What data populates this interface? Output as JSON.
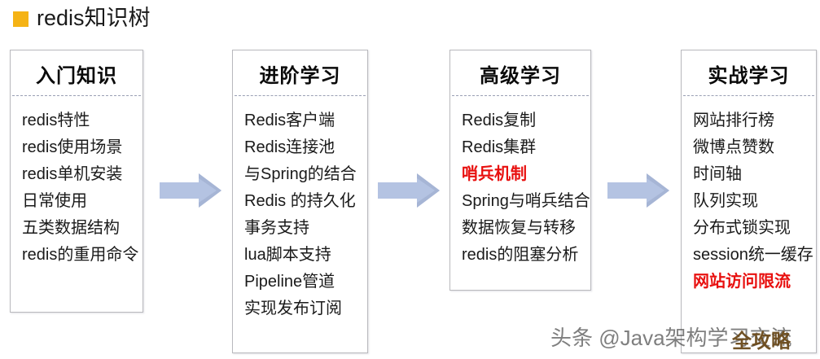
{
  "title": {
    "text": "redis知识树",
    "bullet_color": "#f5b315",
    "bullet_icon": "square-bullet-icon"
  },
  "colors": {
    "arrow": "#b4c3e2",
    "arrow_shadow": "#9aa9ca",
    "highlight_text": "#e8100f",
    "box_border": "#b9b9bd",
    "divider": "#9aa0b4",
    "background": "#ffffff"
  },
  "columns": [
    {
      "id": "col-0",
      "header": "入门知识",
      "items": [
        {
          "label": "redis特性",
          "highlight": false
        },
        {
          "label": "redis使用场景",
          "highlight": false
        },
        {
          "label": "redis单机安装",
          "highlight": false
        },
        {
          "label": "日常使用",
          "highlight": false
        },
        {
          "label": "五类数据结构",
          "highlight": false
        },
        {
          "label": "redis的重用命令",
          "highlight": false
        }
      ]
    },
    {
      "id": "col-1",
      "header": "进阶学习",
      "items": [
        {
          "label": "Redis客户端",
          "highlight": false
        },
        {
          "label": "Redis连接池",
          "highlight": false
        },
        {
          "label": "与Spring的结合",
          "highlight": false
        },
        {
          "label": "Redis 的持久化",
          "highlight": false
        },
        {
          "label": "事务支持",
          "highlight": false
        },
        {
          "label": "lua脚本支持",
          "highlight": false
        },
        {
          "label": "Pipeline管道",
          "highlight": false
        },
        {
          "label": "实现发布订阅",
          "highlight": false
        }
      ]
    },
    {
      "id": "col-2",
      "header": "高级学习",
      "items": [
        {
          "label": "Redis复制",
          "highlight": false
        },
        {
          "label": "Redis集群",
          "highlight": false
        },
        {
          "label": "哨兵机制",
          "highlight": true
        },
        {
          "label": "Spring与哨兵结合",
          "highlight": false
        },
        {
          "label": "数据恢复与转移",
          "highlight": false
        },
        {
          "label": "redis的阻塞分析",
          "highlight": false
        }
      ]
    },
    {
      "id": "col-3",
      "header": "实战学习",
      "items": [
        {
          "label": "网站排行榜",
          "highlight": false
        },
        {
          "label": "微博点赞数",
          "highlight": false
        },
        {
          "label": "时间轴",
          "highlight": false
        },
        {
          "label": "队列实现",
          "highlight": false
        },
        {
          "label": "分布式锁实现",
          "highlight": false
        },
        {
          "label": "session统一缓存",
          "highlight": false
        },
        {
          "label": "网站访问限流",
          "highlight": true
        }
      ]
    }
  ],
  "arrows": [
    {
      "id": "arrow-0",
      "direction": "right"
    },
    {
      "id": "arrow-1",
      "direction": "right"
    },
    {
      "id": "arrow-2",
      "direction": "right"
    }
  ],
  "watermark": {
    "main": "头条 @Java架构学习交流",
    "badge": "全攻略"
  }
}
